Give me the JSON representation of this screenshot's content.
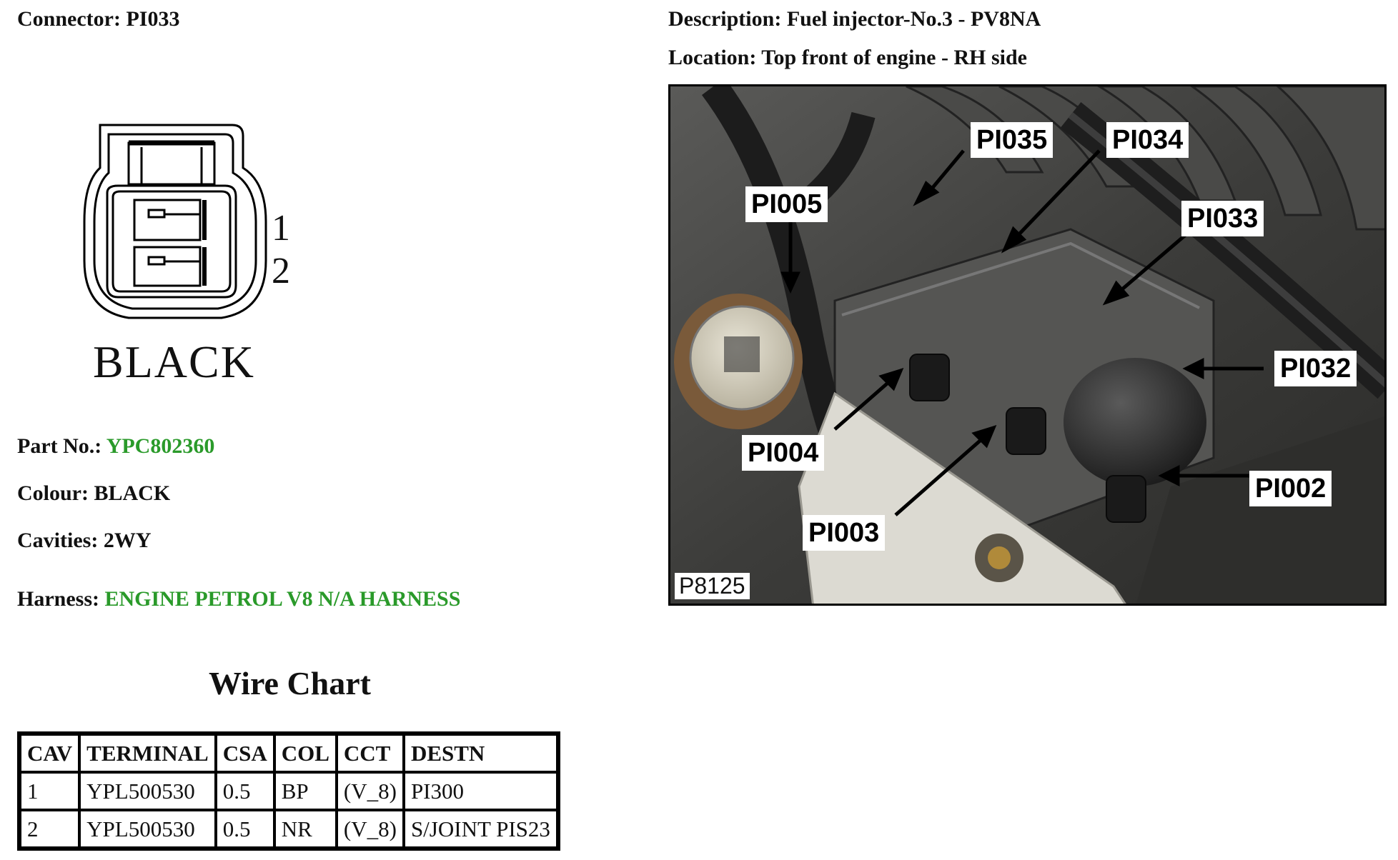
{
  "header": {
    "connector_label": "Connector:",
    "connector_value": "PI033",
    "description_label": "Description:",
    "description_value": "Fuel injector-No.3 - PV8NA",
    "location_label": "Location:",
    "location_value": "Top front of engine - RH side"
  },
  "connector": {
    "pin_numbers": [
      "1",
      "2"
    ],
    "color_caption": "BLACK"
  },
  "details": {
    "part_no_label": "Part No.:",
    "part_no_value": "YPC802360",
    "colour_label": "Colour:",
    "colour_value": "BLACK",
    "cavities_label": "Cavities:",
    "cavities_value": "2WY",
    "harness_label": "Harness:",
    "harness_value": "ENGINE PETROL V8 N/A HARNESS",
    "link_color": "#2a9a2a"
  },
  "wire_chart": {
    "title": "Wire Chart",
    "columns": [
      "CAV",
      "TERMINAL",
      "CSA",
      "COL",
      "CCT",
      "DESTN"
    ],
    "rows": [
      [
        "1",
        "YPL500530",
        "0.5",
        "BP",
        "(V_8)",
        "PI300"
      ],
      [
        "2",
        "YPL500530",
        "0.5",
        "NR",
        "(V_8)",
        "S/JOINT PIS23"
      ]
    ]
  },
  "photo": {
    "callouts": [
      "PI035",
      "PI034",
      "PI005",
      "PI033",
      "PI032",
      "PI004",
      "PI002",
      "PI003"
    ],
    "reference": "P8125"
  }
}
